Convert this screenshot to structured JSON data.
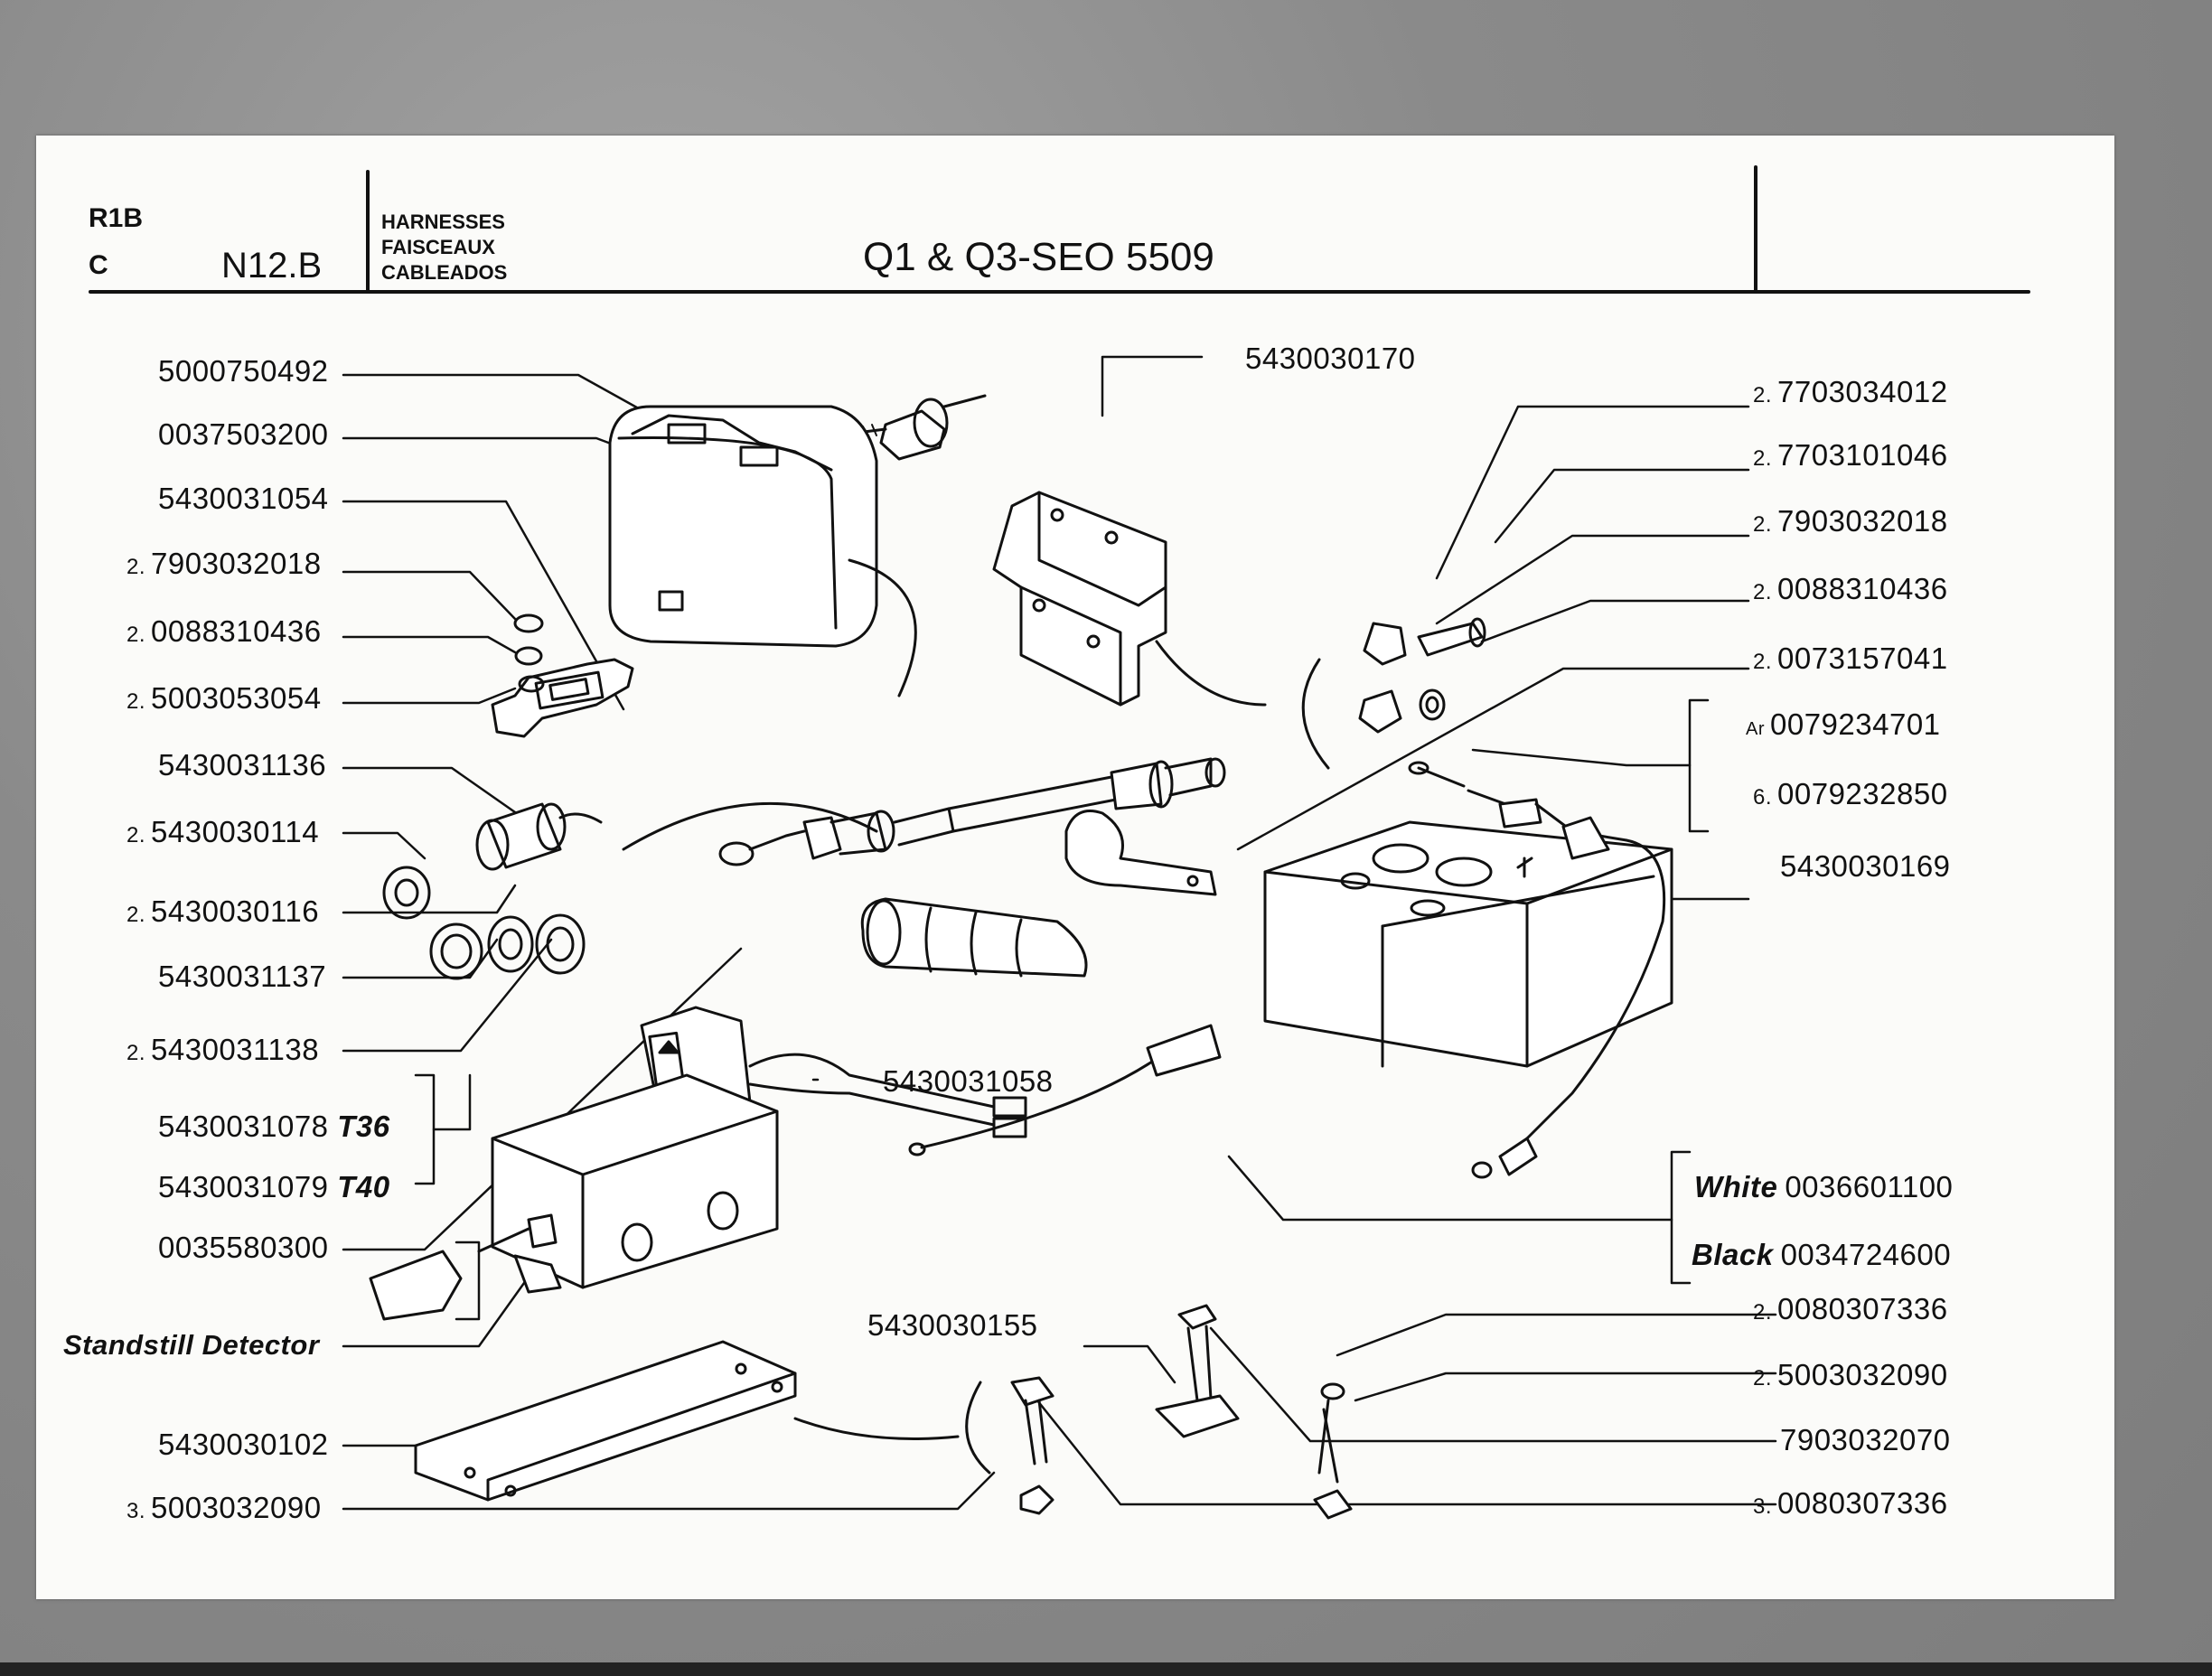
{
  "header": {
    "code_line1": "R1B",
    "code_line2": "C",
    "section": "N12.B",
    "category_en": "HARNESSES",
    "category_fr": "FAISCEAUX",
    "category_es": "CABLEADOS",
    "title": "Q1 & Q3-SEO 5509"
  },
  "left_labels": [
    {
      "qty": "",
      "part": "5000750492"
    },
    {
      "qty": "",
      "part": "0037503200"
    },
    {
      "qty": "",
      "part": "5430031054"
    },
    {
      "qty": "2.",
      "part": "7903032018"
    },
    {
      "qty": "2.",
      "part": "0088310436"
    },
    {
      "qty": "2.",
      "part": "5003053054"
    },
    {
      "qty": "",
      "part": "5430031136"
    },
    {
      "qty": "2.",
      "part": "5430030114"
    },
    {
      "qty": "2.",
      "part": "5430030116"
    },
    {
      "qty": "",
      "part": "5430031137"
    },
    {
      "qty": "2.",
      "part": "5430031138"
    },
    {
      "qty": "",
      "part": "5430031078",
      "suffix": "T36"
    },
    {
      "qty": "",
      "part": "5430031079",
      "suffix": "T40"
    },
    {
      "qty": "",
      "part": "0035580300"
    },
    {
      "qty": "",
      "part": "Standstill Detector"
    },
    {
      "qty": "",
      "part": "5430030102"
    },
    {
      "qty": "3.",
      "part": "5003032090"
    }
  ],
  "right_labels": [
    {
      "qty": "2.",
      "part": "7703034012"
    },
    {
      "qty": "2.",
      "part": "7703101046"
    },
    {
      "qty": "2.",
      "part": "7903032018"
    },
    {
      "qty": "2.",
      "part": "0088310436"
    },
    {
      "qty": "2.",
      "part": "0073157041"
    },
    {
      "qty": "Ar",
      "part": "0079234701"
    },
    {
      "qty": "6.",
      "part": "0079232850"
    },
    {
      "qty": "",
      "part": "5430030169"
    },
    {
      "qty": "White",
      "part": "0036601100"
    },
    {
      "qty": "Black",
      "part": "0034724600"
    },
    {
      "qty": "2.",
      "part": "0080307336"
    },
    {
      "qty": "2.",
      "part": "5003032090"
    },
    {
      "qty": "",
      "part": "7903032070"
    },
    {
      "qty": "3.",
      "part": "0080307336"
    }
  ],
  "center_labels": {
    "bracket": "5430030170",
    "switch": "5430031058",
    "stud": "5430030155"
  }
}
